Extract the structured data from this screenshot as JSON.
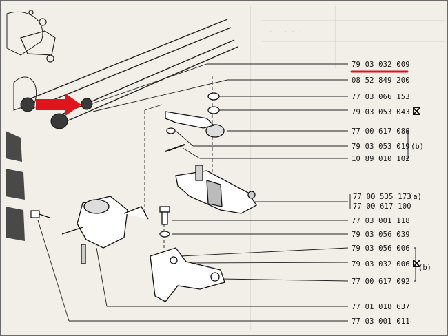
{
  "parts": [
    {
      "id": "p1",
      "number": "79 03 032 009"
    },
    {
      "id": "p2",
      "number": "08 52 849 200"
    },
    {
      "id": "p3",
      "number": "77 03 066 153"
    },
    {
      "id": "p4",
      "number": "79 03 053 043"
    },
    {
      "id": "p5",
      "number": "77 00 617 088"
    },
    {
      "id": "p6",
      "number": "79 03 053 019"
    },
    {
      "id": "p7",
      "number": "10 89 010 102"
    },
    {
      "id": "p8",
      "number": "77 00 535 173"
    },
    {
      "id": "p9",
      "number": "77 00 617 100"
    },
    {
      "id": "p10",
      "number": "77 03 001 118"
    },
    {
      "id": "p11",
      "number": "79 03 056 039"
    },
    {
      "id": "p12",
      "number": "79 03 056 006"
    },
    {
      "id": "p13",
      "number": "79 03 032 006"
    },
    {
      "id": "p14",
      "number": "77 00 617 092"
    },
    {
      "id": "p15",
      "number": "77 01 018 637"
    },
    {
      "id": "p16",
      "number": "77 03 001 011"
    }
  ],
  "notes": {
    "a": "(a)",
    "b1": "(b)",
    "b2": "(b)"
  },
  "colors": {
    "highlight": "#e0141b",
    "ink": "#1a1a1a",
    "paper": "#f1efe8"
  }
}
